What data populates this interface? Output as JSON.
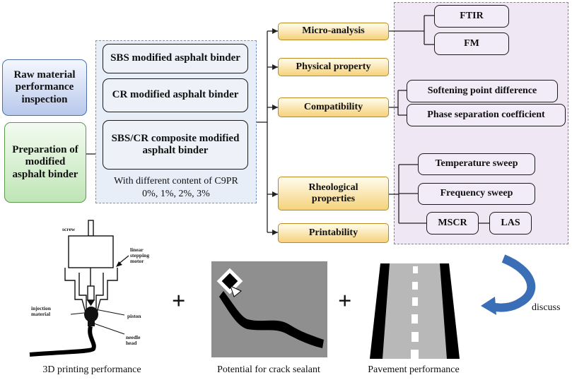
{
  "inputs": {
    "raw_material": "Raw material performance inspection",
    "preparation": "Preparation of modified asphalt binder"
  },
  "binders": {
    "sbs": "SBS modified asphalt binder",
    "cr": "CR modified asphalt binder",
    "composite": "SBS/CR composite modified asphalt binder",
    "note_line1": "With different content of C9PR",
    "note_line2": "0%, 1%, 2%, 3%"
  },
  "tests": {
    "micro": "Micro-analysis",
    "physical": "Physical property",
    "compat": "Compatibility",
    "rheo": "Rheological properties",
    "print": "Printability"
  },
  "methods": {
    "ftir": "FTIR",
    "fm": "FM",
    "soft": "Softening point difference",
    "phase": "Phase separation coefficient",
    "temp": "Temperature sweep",
    "freq": "Frequency sweep",
    "mscr": "MSCR",
    "las": "LAS"
  },
  "printer_labels": {
    "screw": "screw",
    "motor": "linear stepping motor",
    "injection": "injection material",
    "piston": "piston",
    "needle": "needle head"
  },
  "captions": {
    "printing": "3D printing performance",
    "crack": "Potential for crack sealant",
    "pavement": "Pavement performance",
    "discuss": "discuss",
    "plus": "+"
  },
  "colors": {
    "blue_border": "#4d6fb0",
    "green_border": "#5a9b4d",
    "yellow_border": "#b88a22",
    "arrow_blue": "#3a6fb8"
  }
}
